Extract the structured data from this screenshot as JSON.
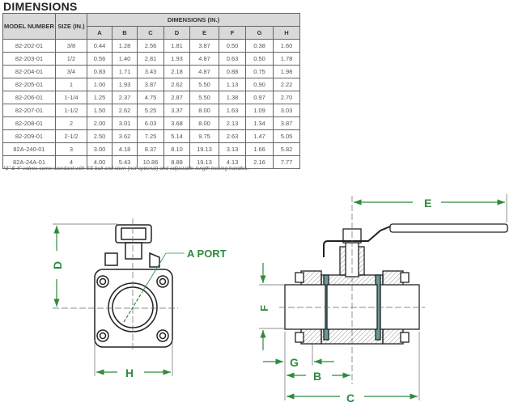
{
  "title": "DIMENSIONS",
  "table": {
    "headers": {
      "model": "MODEL NUMBER",
      "size": "SIZE (IN.)",
      "group": "DIMENSIONS (IN.)",
      "cols": [
        "A",
        "B",
        "C",
        "D",
        "E",
        "F",
        "G",
        "H"
      ]
    },
    "rows": [
      [
        "82-202-01",
        "3/8",
        "0.44",
        "1.28",
        "2.56",
        "1.81",
        "3.87",
        "0.50",
        "0.38",
        "1.60"
      ],
      [
        "82-203-01",
        "1/2",
        "0.56",
        "1.40",
        "2.81",
        "1.93",
        "4.87",
        "0.63",
        "0.50",
        "1.78"
      ],
      [
        "82-204-01",
        "3/4",
        "0.83",
        "1.71",
        "3.43",
        "2.18",
        "4.87",
        "0.88",
        "0.75",
        "1.98"
      ],
      [
        "82-205-01",
        "1",
        "1.00",
        "1.93",
        "3.87",
        "2.62",
        "5.50",
        "1.13",
        "0.90",
        "2.22"
      ],
      [
        "82-206-01",
        "1-1/4",
        "1.25",
        "2.37",
        "4.75",
        "2.87",
        "5.50",
        "1.38",
        "0.97",
        "2.70"
      ],
      [
        "82-207-01",
        "1-1/2",
        "1.50",
        "2.62",
        "5.25",
        "3.37",
        "8.00",
        "1.63",
        "1.09",
        "3.03"
      ],
      [
        "82-208-01",
        "2",
        "2.00",
        "3.01",
        "6.03",
        "3.68",
        "8.00",
        "2.13",
        "1.34",
        "3.87"
      ],
      [
        "82-209-01",
        "2-1/2",
        "2.50",
        "3.62",
        "7.25",
        "5.14",
        "9.75",
        "2.63",
        "1.47",
        "5.05"
      ],
      [
        "82A-240-01",
        "3",
        "3.00",
        "4.18",
        "8.37",
        "8.10",
        "19.13",
        "3.13",
        "1.66",
        "5.82"
      ],
      [
        "82A-24A-01",
        "4",
        "4.00",
        "5.43",
        "10.86",
        "8.88",
        "19.13",
        "4.13",
        "2.16",
        "7.77"
      ]
    ]
  },
  "footnote": "*3\" & 4\" valves come standard with  SS ball and stem (not optional) and adjustable length locking handles.",
  "drawing": {
    "labels": {
      "d": "D",
      "h": "H",
      "a_port": "A PORT",
      "e": "E",
      "f": "F",
      "g": "G",
      "b": "B",
      "c": "C"
    },
    "accent": "#2e8b3e"
  }
}
